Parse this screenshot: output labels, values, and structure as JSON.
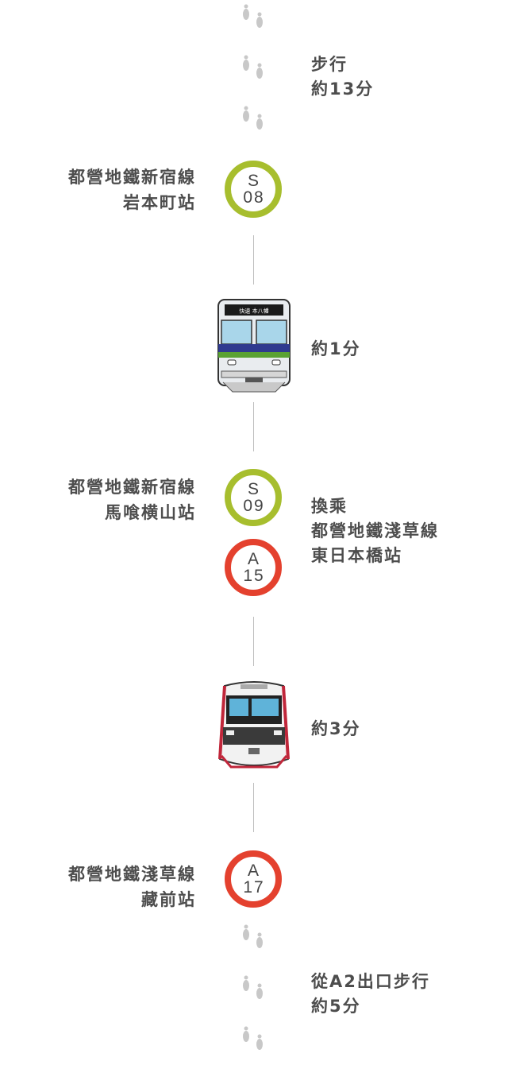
{
  "walk_start": {
    "lines": [
      "步行",
      "約13分"
    ]
  },
  "station_1": {
    "name_lines": [
      "都營地鐵新宿線",
      "岩本町站"
    ],
    "badge_letter": "S",
    "badge_number": "08",
    "color": "#a7be2e"
  },
  "ride_1": {
    "label": "約1分",
    "train_icon": "shinjuku-line-train-icon",
    "headsign": "快速 本八幡"
  },
  "station_2": {
    "name_lines": [
      "都營地鐵新宿線",
      "馬喰横山站"
    ],
    "badge_letter": "S",
    "badge_number": "09",
    "color": "#a7be2e",
    "transfer_lines": [
      "換乘",
      "都營地鐵淺草線",
      "東日本橋站"
    ],
    "transfer_badge_letter": "A",
    "transfer_badge_number": "15",
    "transfer_color": "#e4412e"
  },
  "ride_2": {
    "label": "約3分",
    "train_icon": "asakusa-line-train-icon"
  },
  "station_3": {
    "name_lines": [
      "都營地鐵淺草線",
      "藏前站"
    ],
    "badge_letter": "A",
    "badge_number": "17",
    "color": "#e4412e"
  },
  "walk_end": {
    "lines": [
      "從A2出口步行",
      "約5分"
    ]
  },
  "icons": {
    "walk": "footprints-icon"
  }
}
